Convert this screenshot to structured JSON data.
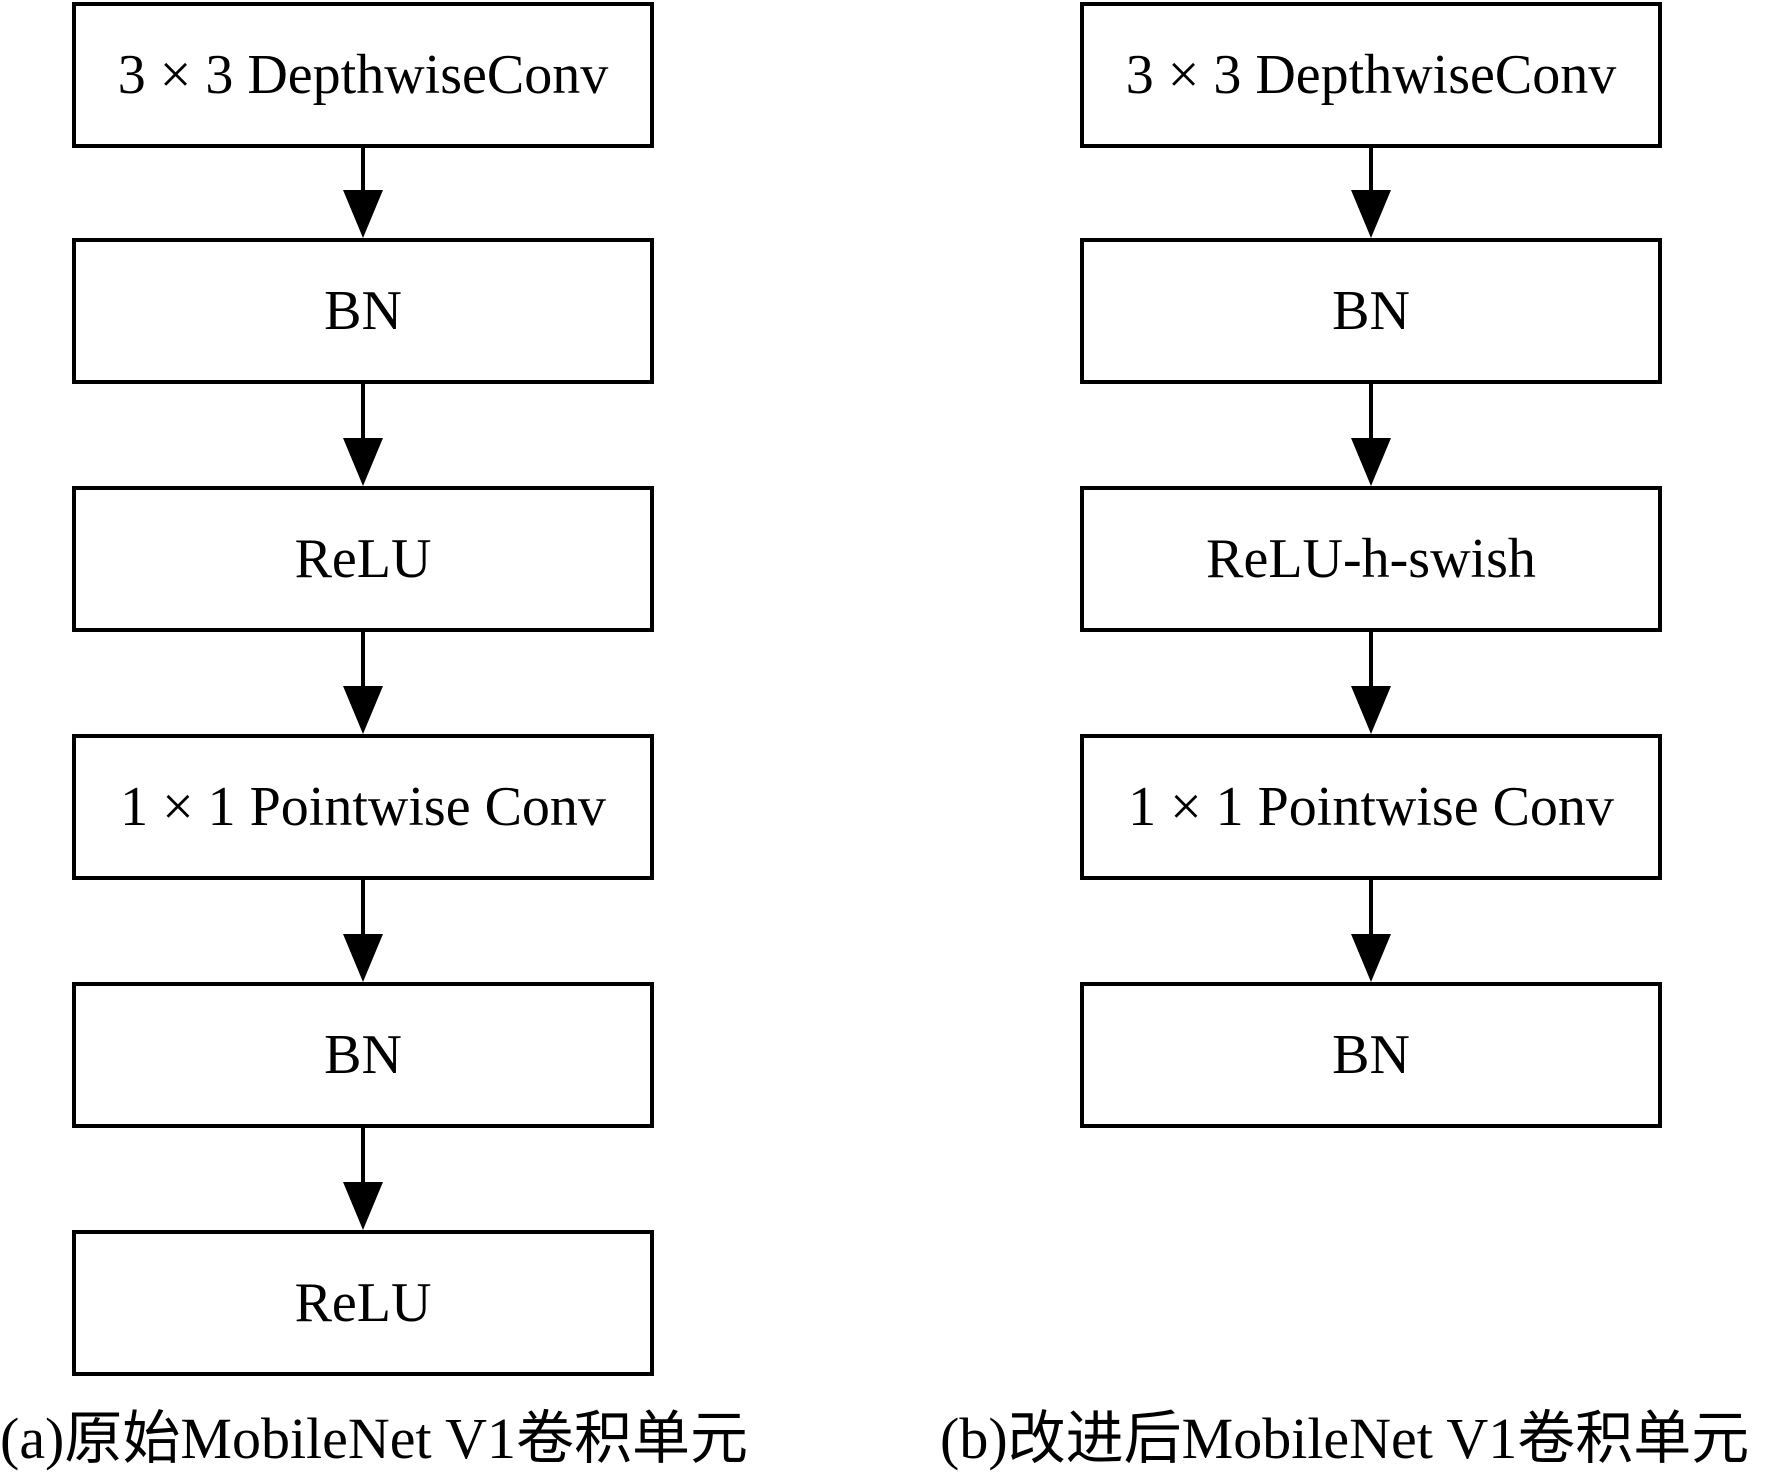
{
  "left_column": {
    "blocks": [
      "3 × 3 DepthwiseConv",
      "BN",
      "ReLU",
      "1 × 1 Pointwise Conv",
      "BN",
      "ReLU"
    ],
    "caption": "(a)原始MobileNet V1卷积单元"
  },
  "right_column": {
    "blocks": [
      "3 × 3 DepthwiseConv",
      "BN",
      "ReLU-h-swish",
      "1 × 1 Pointwise Conv",
      "BN"
    ],
    "caption": "(b)改进后MobileNet V1卷积单元"
  },
  "colors": {
    "stroke": "#000000",
    "background": "#ffffff"
  }
}
